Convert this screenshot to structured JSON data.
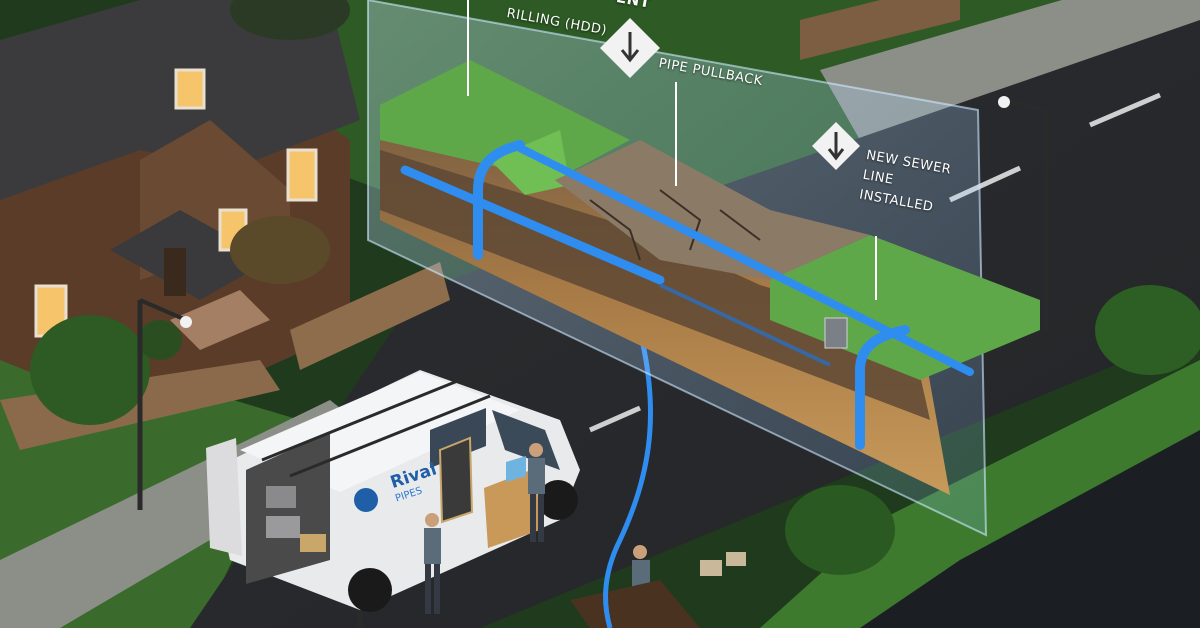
{
  "panel": {
    "title_fragment": "ENT",
    "method_label": "RILLING (HDD)",
    "pullback_label": "PIPE PULLBACK",
    "result_label": "NEW SEWER LINE INSTALLED"
  },
  "van": {
    "brand": "Rival",
    "subbrand": "PIPES"
  },
  "colors": {
    "pipe": "#2f8df0",
    "grass": "#5fa84a",
    "panel_glass": "#9ed4ff",
    "soil_dark": "#6a5238",
    "soil_light": "#b98a50",
    "window_glow": "#f6c46a"
  }
}
